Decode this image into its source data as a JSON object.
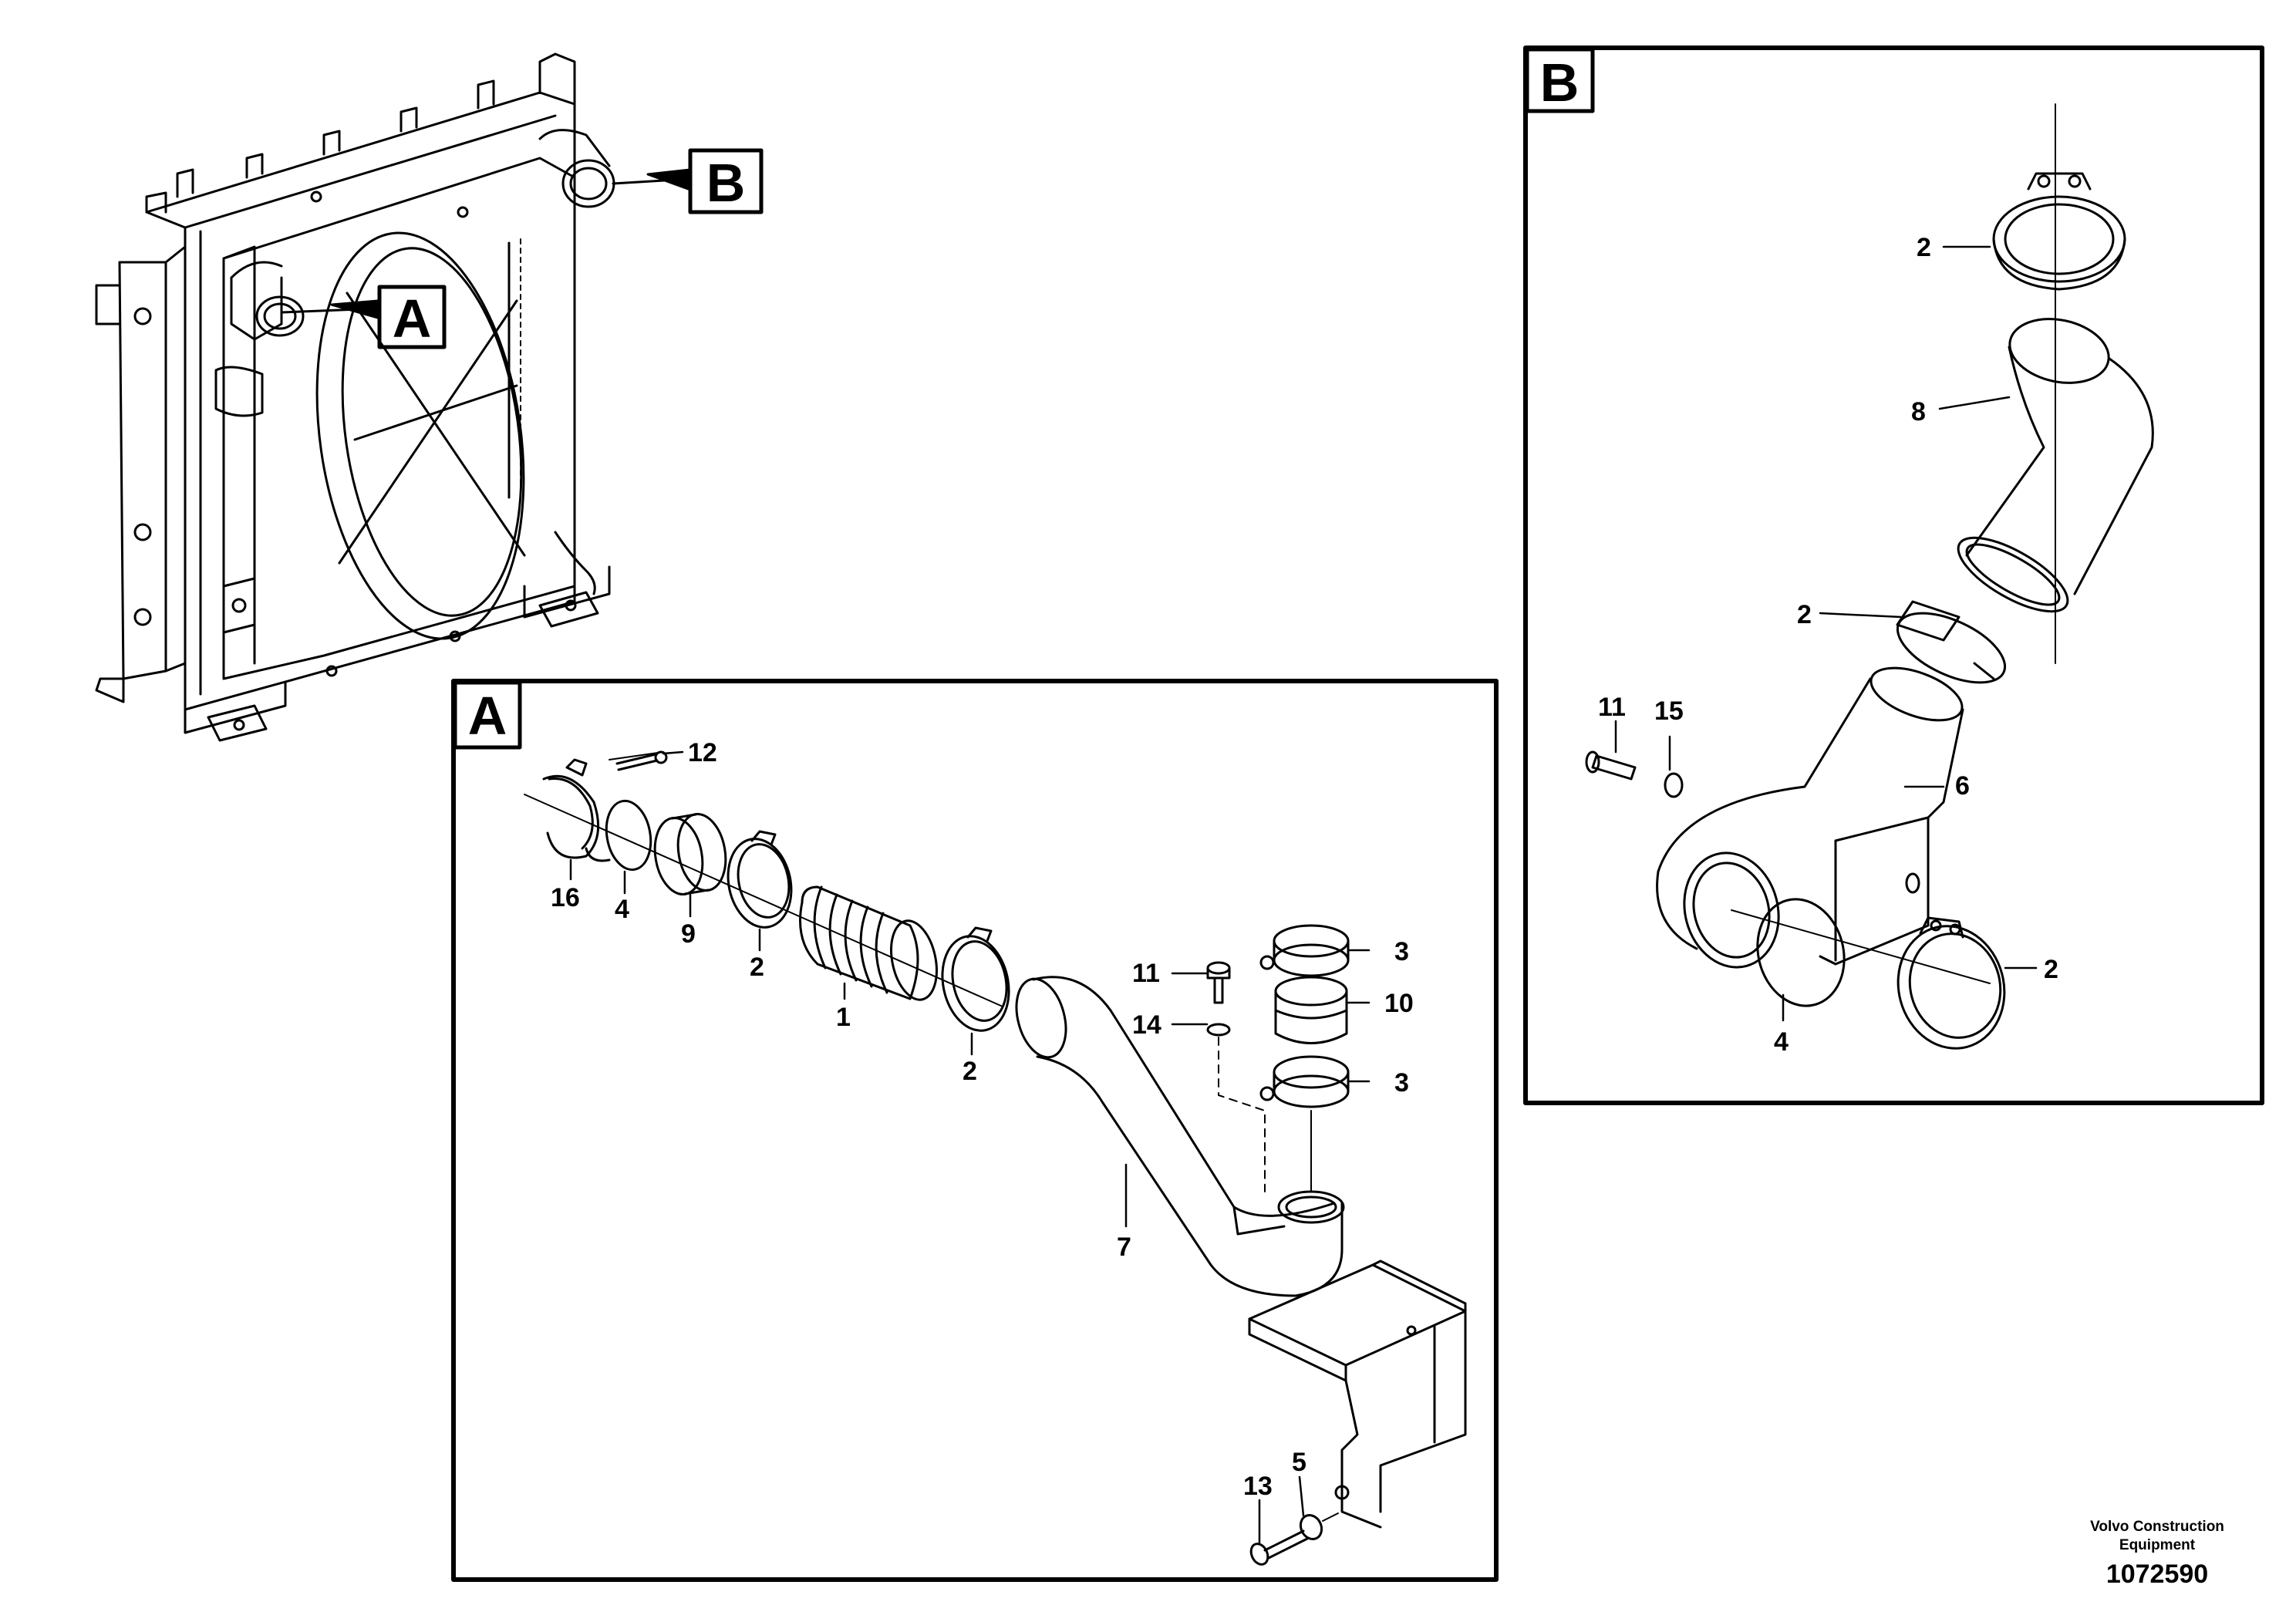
{
  "views": {
    "overview": {
      "letter_a": "A",
      "letter_b": "B"
    },
    "view_a": {
      "letter": "A",
      "callouts": [
        "12",
        "16",
        "4",
        "9",
        "2",
        "1",
        "2",
        "3",
        "10",
        "3",
        "11",
        "14",
        "7",
        "13",
        "5"
      ]
    },
    "view_b": {
      "letter": "B",
      "callouts": [
        "2",
        "8",
        "2",
        "11",
        "15",
        "6",
        "2",
        "4"
      ]
    }
  },
  "footer": {
    "brand_line1": "Volvo Construction",
    "brand_line2": "Equipment",
    "doc_number": "1072590"
  }
}
